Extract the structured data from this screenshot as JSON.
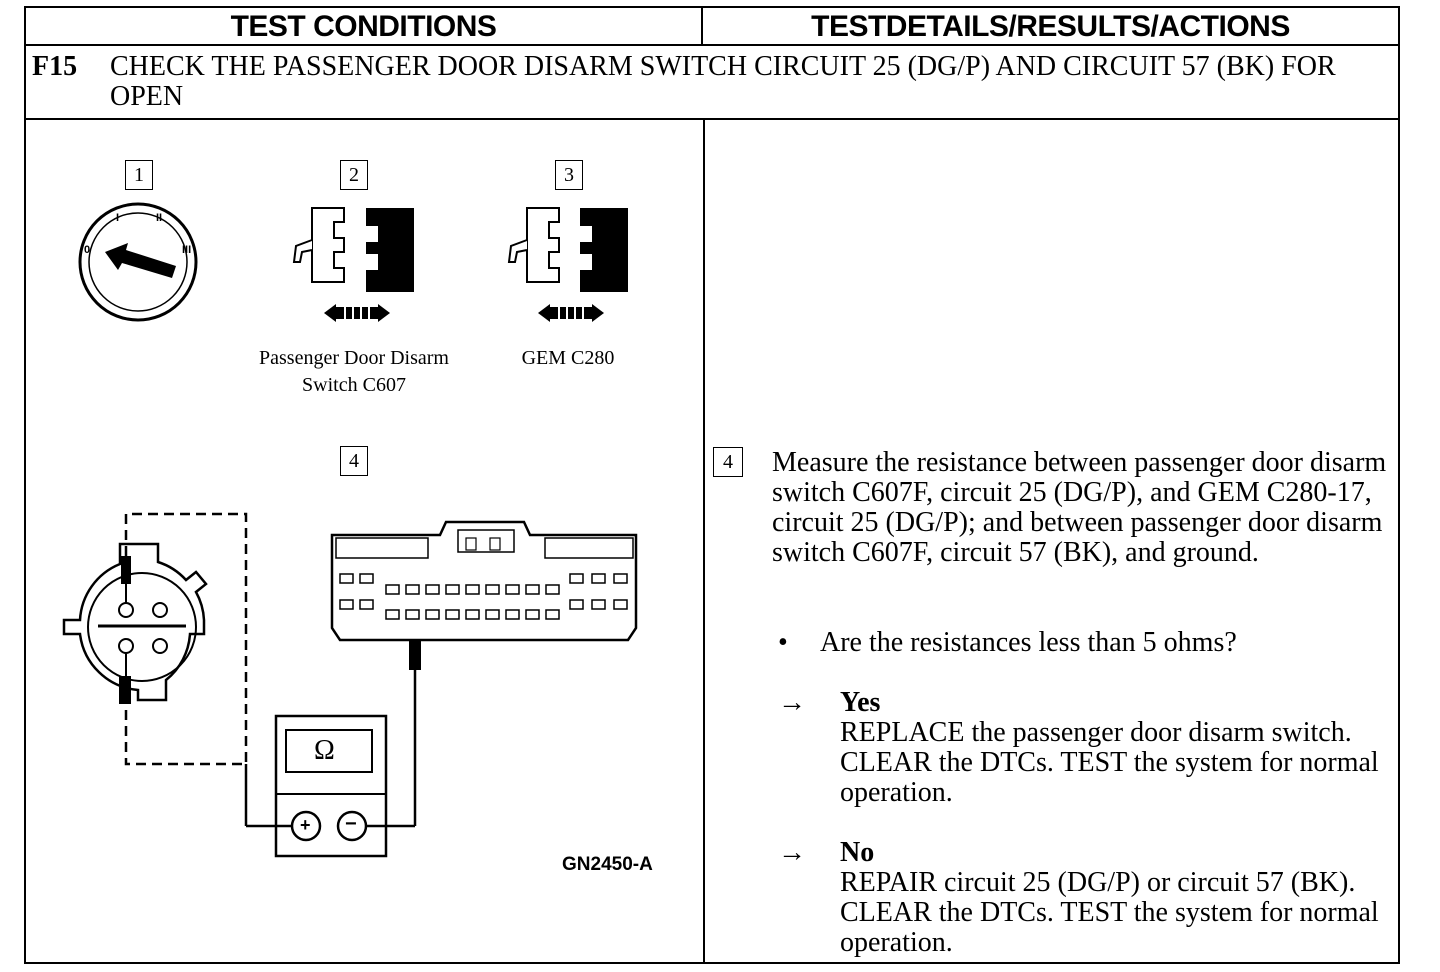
{
  "header": {
    "left_title": "TEST CONDITIONS",
    "right_title": "TESTDETAILS/RESULTS/ACTIONS"
  },
  "step": {
    "number": "F15",
    "title": "CHECK THE PASSENGER DOOR DISARM SWITCH CIRCUIT 25 (DG/P) AND CIRCUIT 57 (BK) FOR OPEN"
  },
  "figure": {
    "callouts": [
      "1",
      "2",
      "3",
      "4"
    ],
    "connector_2_caption_line1": "Passenger Door Disarm",
    "connector_2_caption_line2": "Switch C607",
    "connector_3_caption": "GEM C280",
    "meter_symbol": "Ω",
    "meter_plus": "+",
    "meter_minus": "−",
    "figure_code": "GN2450-A",
    "ignition_marks": [
      "0",
      "I",
      "II",
      "III"
    ]
  },
  "details": {
    "callout": "4",
    "instruction": "Measure the resistance between passenger door disarm switch C607F, circuit 25 (DG/P), and GEM C280-17, circuit 25 (DG/P); and between passenger door disarm switch C607F, circuit 57 (BK), and ground.",
    "bullet": "•",
    "question": "Are the resistances less than 5 ohms?",
    "arrow": "→",
    "yes_label": "Yes",
    "yes_action": "REPLACE the passenger door disarm switch. CLEAR the DTCs. TEST the system for normal operation.",
    "no_label": "No",
    "no_action": "REPAIR circuit 25 (DG/P) or circuit 57 (BK). CLEAR the DTCs. TEST the system for normal operation."
  }
}
